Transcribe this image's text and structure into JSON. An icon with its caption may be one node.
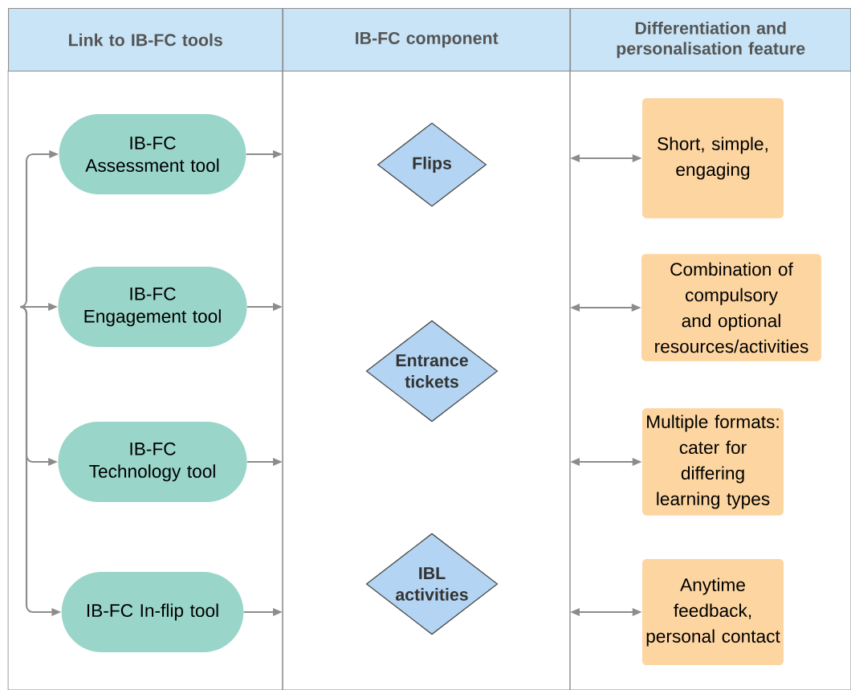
{
  "diagram": {
    "nodes": [
      {
        "text": [
          "Link to IB-FC tools"
        ]
      },
      {
        "text": [
          "IB-FC component"
        ]
      },
      {
        "text": [
          "Differentiation and personalisation feature"
        ]
      },
      {
        "text": [
          "IB-FC Assessment tool"
        ],
        "in": 0
      },
      {
        "text": [
          "IB-FC Engagement tool"
        ],
        "in": 0
      },
      {
        "text": [
          "IB-FC Technology tool"
        ],
        "in": 0
      },
      {
        "text": [
          "IB-FC In-flip tool"
        ],
        "in": 0
      },
      {
        "text": [
          "Flips"
        ],
        "in": 1
      },
      {
        "text": [
          "Entrance tickets"
        ],
        "in": 1
      },
      {
        "text": [
          "IBL activities"
        ],
        "in": 1
      },
      {
        "text": [
          "Short, simple, engaging"
        ],
        "in": 2
      },
      {
        "text": [
          "Combination of compulsory and optional resources/activities"
        ],
        "in": 2
      },
      {
        "text": [
          "Multiple formats: cater for differing learning types"
        ],
        "in": 2
      },
      {
        "text": [
          "Anytime feedback, personal contact"
        ],
        "in": 2
      }
    ],
    "edges": [
      {
        "from": null,
        "to": 3,
        "arrow": "to"
      },
      {
        "from": null,
        "to": 4,
        "arrow": "to"
      },
      {
        "from": null,
        "to": 5,
        "arrow": "to"
      },
      {
        "from": null,
        "to": 6,
        "arrow": "to"
      },
      {
        "from": 3,
        "to": 1,
        "arrow": "to"
      },
      {
        "from": 4,
        "to": 1,
        "arrow": "to"
      },
      {
        "from": 5,
        "to": 1,
        "arrow": "to"
      },
      {
        "from": 6,
        "to": 1,
        "arrow": "to"
      },
      {
        "from": null,
        "to": 10,
        "arrow": "both"
      },
      {
        "from": null,
        "to": 11,
        "arrow": "both"
      },
      {
        "from": null,
        "to": 12,
        "arrow": "both"
      },
      {
        "from": null,
        "to": 13,
        "arrow": "both"
      }
    ]
  }
}
